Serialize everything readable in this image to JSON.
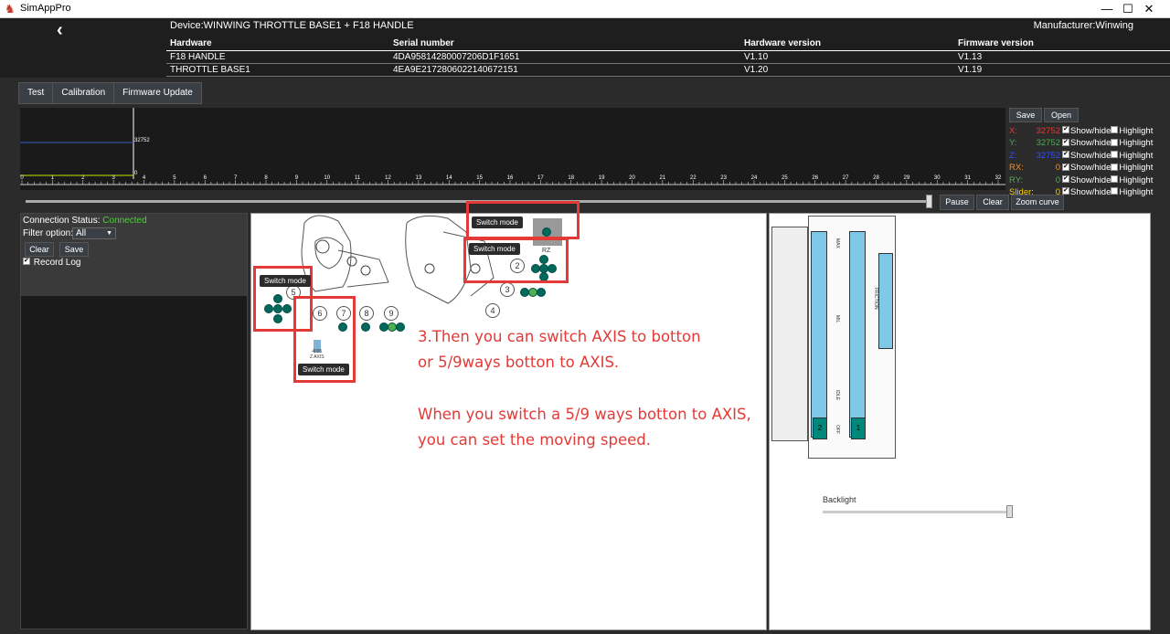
{
  "window": {
    "title": "SimAppPro",
    "minimize": "—",
    "maximize": "☐",
    "close": "✕"
  },
  "device": {
    "title": "Device:WINWING THROTTLE BASE1 + F18 HANDLE",
    "manufacturer": "Manufacturer:Winwing",
    "columns": [
      "Hardware",
      "Serial number",
      "Hardware version",
      "Firmware version"
    ],
    "rows": [
      [
        "F18 HANDLE",
        "4DA95814280007206D1F1651",
        "V1.10",
        "V1.13"
      ],
      [
        "THROTTLE BASE1",
        "4EA9E2172806022140672151",
        "V1.20",
        "V1.19"
      ]
    ]
  },
  "tabs": [
    "Test",
    "Calibration",
    "Firmware Update"
  ],
  "graph": {
    "y_marker_label": "32752",
    "zero_label": "0",
    "ticks": [
      "0",
      "1",
      "2",
      "3",
      "4",
      "5",
      "6",
      "7",
      "8",
      "9",
      "10",
      "11",
      "12",
      "13",
      "14",
      "15",
      "16",
      "17",
      "18",
      "19",
      "20",
      "21",
      "22",
      "23",
      "24",
      "25",
      "26",
      "27",
      "28",
      "29",
      "30",
      "31",
      "32"
    ],
    "line_color": "#3060c0",
    "base_color": "#c8e000"
  },
  "axes_panel": {
    "save": "Save",
    "open": "Open",
    "show_hide": "Show/hide",
    "highlight": "Highlight",
    "axes": [
      {
        "name": "X:",
        "value": "32752",
        "color": "#e53935"
      },
      {
        "name": "Y:",
        "value": "32752",
        "color": "#4caf50"
      },
      {
        "name": "Z:",
        "value": "32752",
        "color": "#3050ff"
      },
      {
        "name": "RX:",
        "value": "0",
        "color": "#ff8c1a"
      },
      {
        "name": "RY:",
        "value": "0",
        "color": "#4caf50"
      },
      {
        "name": "Slider:",
        "value": "0",
        "color": "#ffd400"
      }
    ]
  },
  "controls": {
    "pause": "Pause",
    "clear": "Clear",
    "zoom": "Zoom curve"
  },
  "left_panel": {
    "status_label": "Connection Status:",
    "status_value": "Connected",
    "filter_label": "Filter option:",
    "filter_value": "All",
    "clear": "Clear",
    "save": "Save",
    "record_log": "Record Log"
  },
  "diagram": {
    "switch_mode": "Switch mode",
    "rz_label": "RZ",
    "numbers": [
      "2",
      "3",
      "4",
      "5",
      "6",
      "7",
      "8",
      "9"
    ],
    "zaxis_label": "4095\nZ AXIS",
    "instruction_lines": [
      "3.Then you can switch AXIS to botton",
      "or 5/9ways botton to AXIS.",
      "",
      "When you switch a 5/9 ways botton to AXIS,",
      "you can set the moving speed."
    ]
  },
  "throttle": {
    "max": "MAX",
    "mil": "MIL",
    "idle": "IDLE",
    "off": "OFF",
    "friction": "FRICTION",
    "lever1": "1",
    "lever2": "2",
    "backlight": "Backlight"
  }
}
